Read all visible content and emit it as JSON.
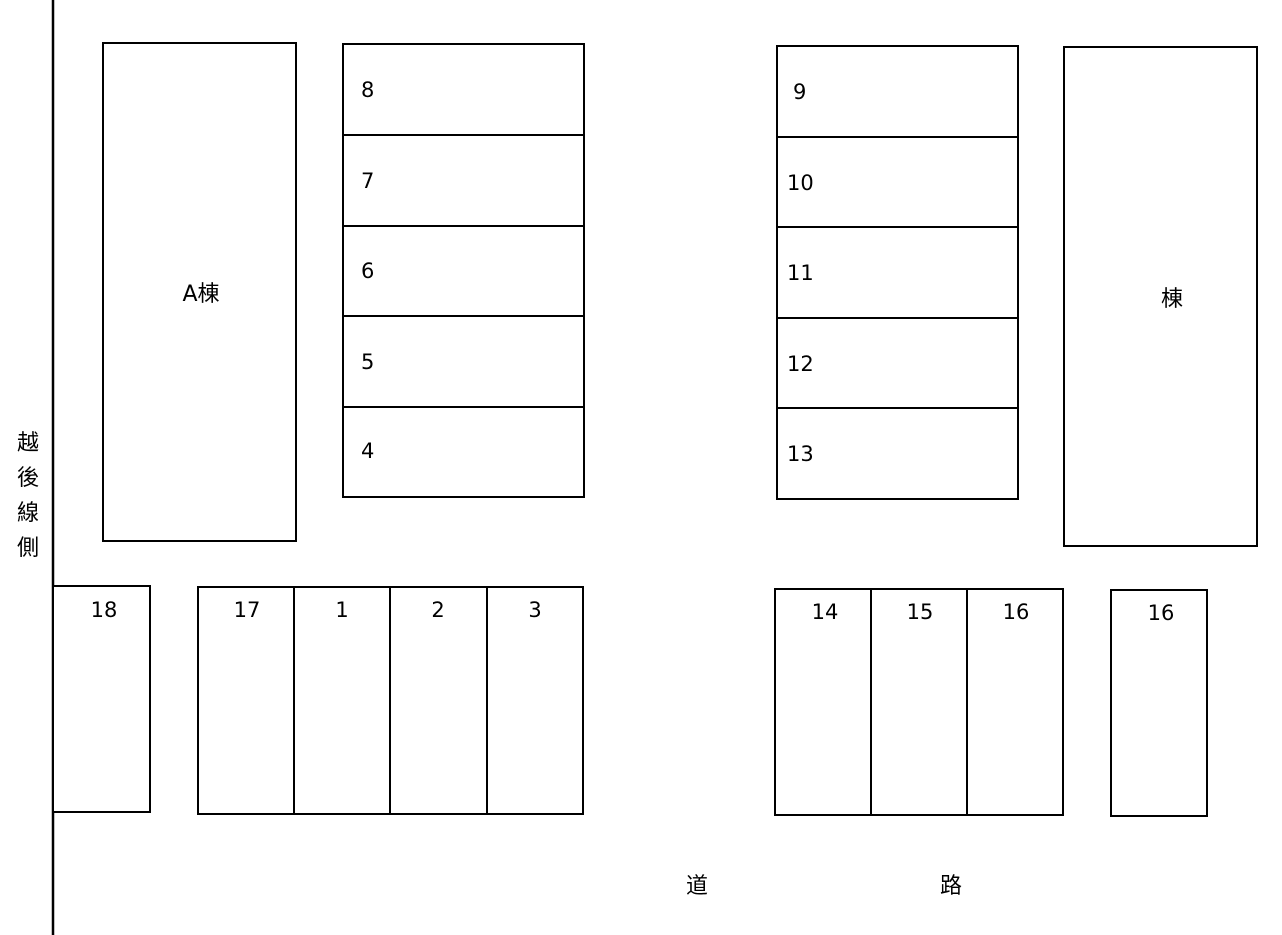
{
  "buildings": {
    "a_label": "A棟",
    "b_label": "棟"
  },
  "spaces": {
    "s1": "1",
    "s2": "2",
    "s3": "3",
    "s4": "4",
    "s5": "5",
    "s6": "6",
    "s7": "7",
    "s8": "8",
    "s9": "9",
    "s10": "10",
    "s11": "11",
    "s12": "12",
    "s13": "13",
    "s14": "14",
    "s15": "15",
    "s16a": "16",
    "s16b": "16",
    "s17": "17",
    "s18": "18"
  },
  "labels": {
    "side_line": [
      "越",
      "後",
      "線",
      "側"
    ],
    "road": [
      "道",
      "路"
    ]
  }
}
